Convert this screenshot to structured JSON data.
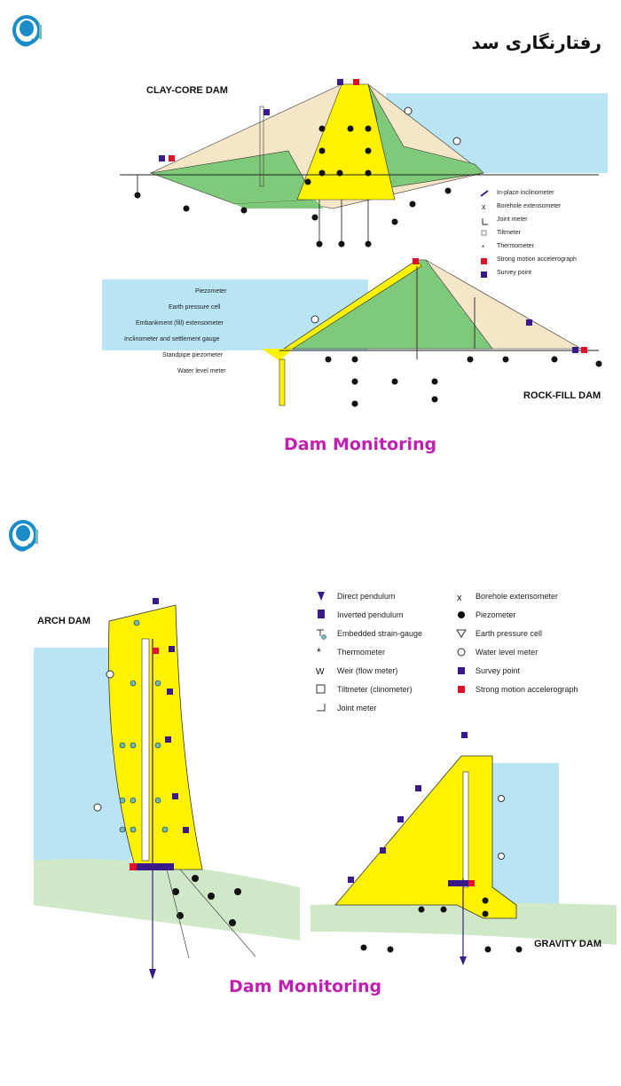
{
  "page": {
    "persian_title": "رفتارنگاری سد",
    "caption_top": "Dam Monitoring",
    "caption_bottom": "Dam Monitoring"
  },
  "diagram_top": {
    "clay_core_label": "CLAY-CORE DAM",
    "rock_fill_label": "ROCK-FILL DAM",
    "legend_right": [
      "In-place inclinometer",
      "Borehole extensometer",
      "Joint meter",
      "Tiltmeter",
      "Thermometer",
      "Strong motion accelerograph",
      "Survey point"
    ],
    "legend_left": [
      "Piezometer",
      "Earth pressure cell",
      "Embankment (fill) extensometer",
      "Inclinometer and settlement gauge",
      "Standpipe piezometer",
      "Water level meter"
    ]
  },
  "diagram_bottom": {
    "arch_dam_label": "ARCH DAM",
    "gravity_dam_label": "GRAVITY DAM",
    "legend_col1": [
      "Direct pendulum",
      "Inverted pendulum",
      "Embedded strain-gauge",
      "Thermometer",
      "Weir (flow meter)",
      "Tiltmeter (clinometer)",
      "Joint meter"
    ],
    "legend_col2": [
      "Borehole extensometer",
      "Piezometer",
      "Earth pressure cell",
      "Water level meter",
      "Survey point",
      "Strong motion accelerograph"
    ]
  },
  "colors": {
    "core_yellow": "#fff200",
    "shell_beige": "#f6e6c8",
    "fill_green": "#7fc97a",
    "water_blue": "#b8e4f4",
    "survey_purple": "#3a1a8a",
    "accelerograph_red": "#e0102a",
    "caption_magenta": "#c020b0",
    "ground_green": "#cfe8c8"
  }
}
